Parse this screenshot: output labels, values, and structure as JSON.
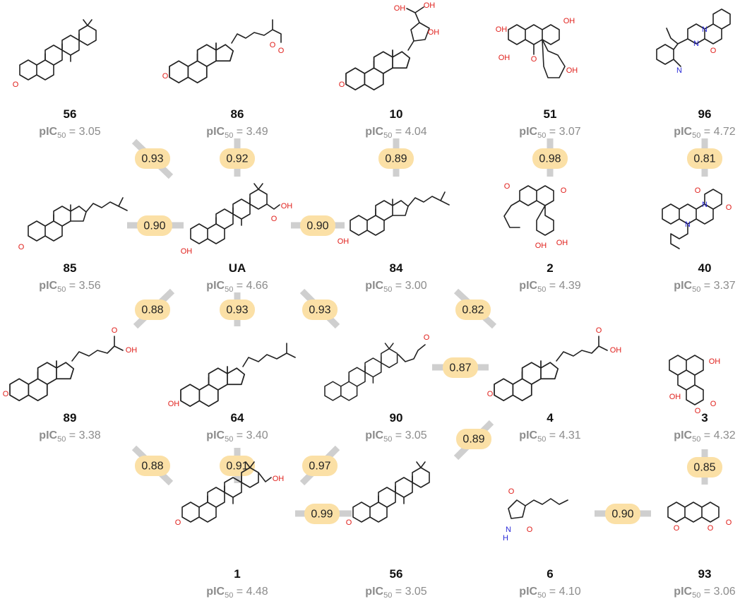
{
  "compounds": [
    {
      "id": "56",
      "pic50": "3.05"
    },
    {
      "id": "86",
      "pic50": "3.49"
    },
    {
      "id": "10",
      "pic50": "4.04"
    },
    {
      "id": "51",
      "pic50": "3.07"
    },
    {
      "id": "96",
      "pic50": "4.72"
    },
    {
      "id": "85",
      "pic50": "3.56"
    },
    {
      "id": "UA",
      "pic50": "4.66"
    },
    {
      "id": "84",
      "pic50": "3.00"
    },
    {
      "id": "2",
      "pic50": "4.39"
    },
    {
      "id": "40",
      "pic50": "3.37"
    },
    {
      "id": "89",
      "pic50": "3.38"
    },
    {
      "id": "64",
      "pic50": "3.40"
    },
    {
      "id": "90",
      "pic50": "3.05"
    },
    {
      "id": "4",
      "pic50": "4.31"
    },
    {
      "id": "3",
      "pic50": "4.32"
    },
    {
      "id": "1",
      "pic50": "4.48"
    },
    {
      "id": "56",
      "pic50": "3.05"
    },
    {
      "id": "6",
      "pic50": "4.10"
    },
    {
      "id": "93",
      "pic50": "3.06"
    }
  ],
  "pic50_label": {
    "prefix": "pIC",
    "subscript": "50",
    "equals": " = "
  },
  "similarities": [
    {
      "value": "0.93",
      "from": "56",
      "to": "UA"
    },
    {
      "value": "0.92",
      "from": "86",
      "to": "UA"
    },
    {
      "value": "0.89",
      "from": "10",
      "to": "84"
    },
    {
      "value": "0.98",
      "from": "51",
      "to": "2"
    },
    {
      "value": "0.81",
      "from": "96",
      "to": "40"
    },
    {
      "value": "0.90",
      "from": "85",
      "to": "UA"
    },
    {
      "value": "0.90",
      "from": "UA",
      "to": "84"
    },
    {
      "value": "0.88",
      "from": "UA",
      "to": "89"
    },
    {
      "value": "0.93",
      "from": "UA",
      "to": "64"
    },
    {
      "value": "0.93",
      "from": "UA",
      "to": "90"
    },
    {
      "value": "0.82",
      "from": "84",
      "to": "4"
    },
    {
      "value": "0.87",
      "from": "90",
      "to": "4"
    },
    {
      "value": "0.88",
      "from": "89",
      "to": "1"
    },
    {
      "value": "0.91",
      "from": "64",
      "to": "1"
    },
    {
      "value": "0.97",
      "from": "90",
      "to": "1"
    },
    {
      "value": "0.89",
      "from": "4",
      "to": "56"
    },
    {
      "value": "0.99",
      "from": "1",
      "to": "56"
    },
    {
      "value": "0.85",
      "from": "3",
      "to": "93"
    },
    {
      "value": "0.90",
      "from": "6",
      "to": "93"
    }
  ],
  "colors": {
    "edge": "#cfcfcf",
    "similarity_fill": "#fbe0a6",
    "pic50_text": "#8c8c8c",
    "oxygen": "#e0201c",
    "nitrogen": "#2a2ad8"
  },
  "atoms": {
    "oxygen": "O",
    "hydroxyl": "OH",
    "nitrogen": "N",
    "imide": "H"
  }
}
